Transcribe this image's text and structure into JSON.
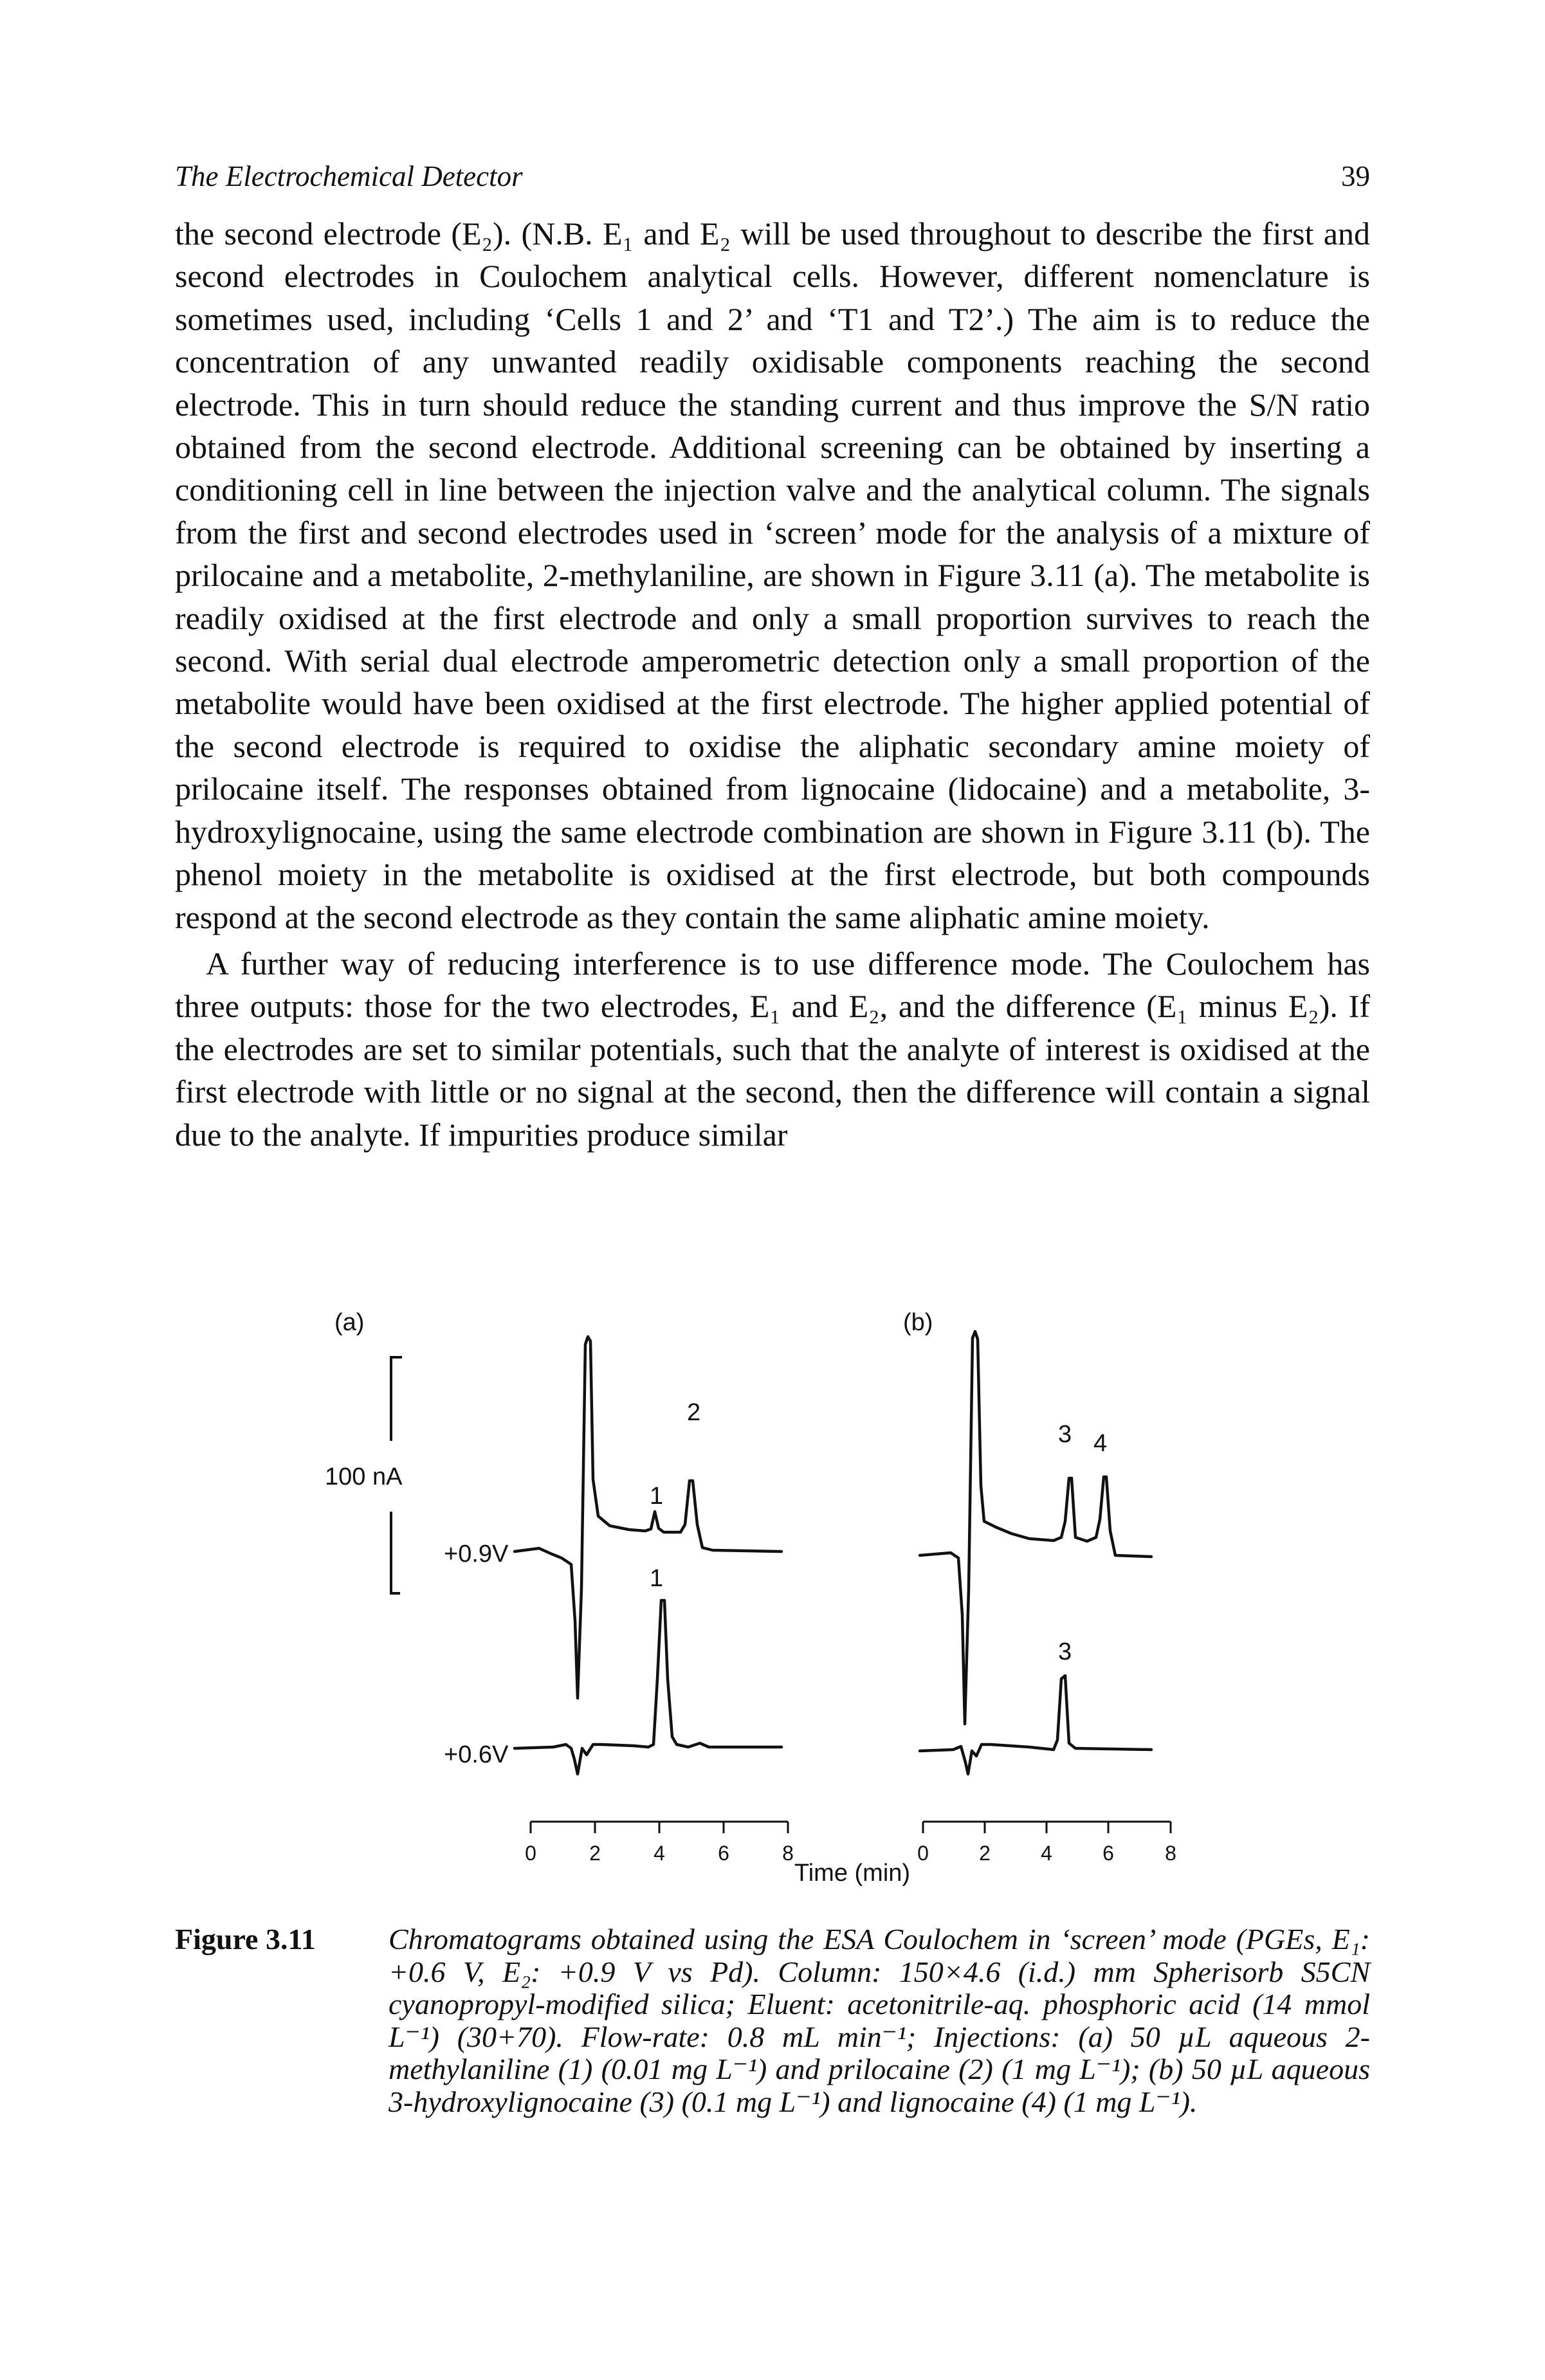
{
  "running_head": {
    "title": "The Electrochemical Detector",
    "page_number": "39"
  },
  "paragraphs": [
    "the second electrode (E₂). (N.B. E₁ and E₂ will be used throughout to describe the first and second electrodes in Coulochem analytical cells. However, different nomenclature is sometimes used, including ‘Cells 1 and 2’ and ‘T1 and T2’.) The aim is to reduce the concentration of any unwanted readily oxidisable components reaching the second electrode. This in turn should reduce the standing current and thus improve the S/N ratio obtained from the second electrode. Additional screening can be obtained by inserting a conditioning cell in line between the injection valve and the analytical column. The signals from the first and second electrodes used in ‘screen’ mode for the analysis of a mixture of prilocaine and a metabolite, 2-methylaniline, are shown in Figure 3.11 (a). The metabolite is readily oxidised at the first electrode and only a small proportion survives to reach the second. With serial dual electrode amperometric detection only a small proportion of the metabolite would have been oxidised at the first electrode. The higher applied potential of the second electrode is required to oxidise the aliphatic secondary amine moiety of prilocaine itself. The responses obtained from lignocaine (lidocaine) and a metabolite, 3-hydroxylignocaine, using the same electrode combination are shown in Figure 3.11 (b). The phenol moiety in the metabolite is oxidised at the first electrode, but both compounds respond at the second electrode as they contain the same aliphatic amine moiety.",
    "A further way of reducing interference is to use difference mode. The Coulochem has three outputs: those for the two electrodes, E₁ and E₂, and the difference (E₁ minus E₂). If the electrodes are set to similar potentials, such that the analyte of interest is oxidised at the first electrode with little or no signal at the second, then the difference will contain a signal due to the analyte. If impurities produce similar"
  ],
  "figure": {
    "panel_a_label": "(a)",
    "panel_b_label": "(b)",
    "scale_bar_label": "100 nA",
    "trace_labels": [
      "+0.9V",
      "+0.6V"
    ],
    "peak_labels_a_top": [
      "1",
      "2"
    ],
    "peak_labels_a_bottom": [
      "1"
    ],
    "peak_labels_b_top": [
      "3",
      "4"
    ],
    "peak_labels_b_bottom": [
      "3"
    ],
    "x_axis_ticks": [
      "0",
      "2",
      "4",
      "6",
      "8"
    ],
    "x_axis_title": "Time (min)"
  },
  "caption": {
    "label": "Figure 3.11",
    "text": "Chromatograms obtained using the ESA Coulochem in ‘screen’ mode (PGEs, E₁: +0.6 V, E₂: +0.9 V vs Pd). Column: 150×4.6 (i.d.) mm Spherisorb S5CN cyanopropyl-modified silica; Eluent: acetonitrile-aq. phosphoric acid (14 mmol L⁻¹) (30+70). Flow-rate: 0.8 mL min⁻¹; Injections: (a) 50 µL aqueous 2-methylaniline (1) (0.01 mg L⁻¹) and prilocaine (2) (1 mg L⁻¹); (b) 50 µL aqueous 3-hydroxylignocaine (3) (0.1 mg L⁻¹) and lignocaine (4) (1 mg L⁻¹)."
  }
}
